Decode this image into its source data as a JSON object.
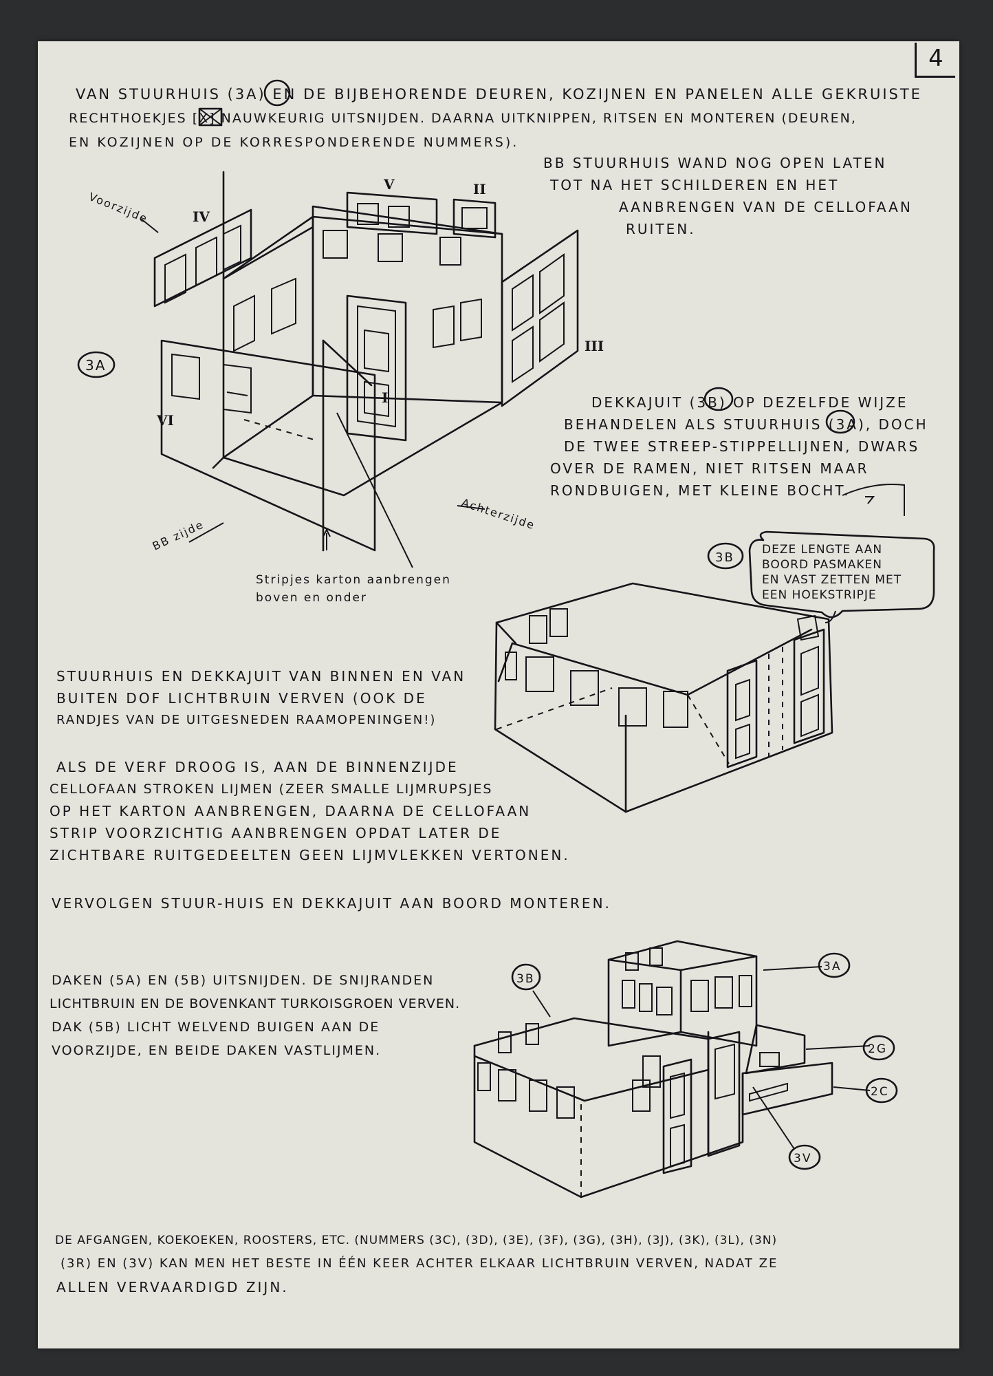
{
  "page_number": "4",
  "intro": {
    "line1": "Van stuurhuis (3A) en de bijbehorende deuren, kozijnen en panelen alle gekruiste",
    "line2": "rechthoekjes [X] nauwkeurig uitsnijden. Daarna uitknippen, ritsen en monteren (deuren,",
    "line3": "en kozijnen op de korresponderende nummers)."
  },
  "bb_note": {
    "line1": "BB stuurhuis wand nog open laten",
    "line2": "tot na het schilderen en het",
    "line3": "aanbrengen van de cellofaan",
    "line4": "ruiten."
  },
  "dekkajuit_note": {
    "line1": "Dekkajuit (3B) op dezelfde wijze",
    "line2": "behandelen als stuurhuis (3A), doch",
    "line3": "de twee streep-stippellijnen, dwars",
    "line4": "over de ramen, niet ritsen maar",
    "line5": "rondbuigen, met kleine bocht."
  },
  "bubble_note": {
    "line1": "Deze lengte aan",
    "line2": "boord pasmaken",
    "line3": "en vast zetten met",
    "line4": "een hoekstripje"
  },
  "paint_note": {
    "line1": "Stuurhuis en dekkajuit van binnen en van",
    "line2": "buiten dof lichtbruin verven (ook de",
    "line3": "randjes van de uitgesneden raamopeningen!)"
  },
  "cellofaan_note": {
    "line1": "Als de verf droog is, aan de binnenzijde",
    "line2": "cellofaan stroken lijmen (zeer smalle lijmrupsjes",
    "line3": "op het karton aanbrengen, daarna de cellofaan",
    "line4": "strip voorzichtig aanbrengen opdat later de",
    "line5": "zichtbare ruitgedeelten geen lijmvlekken vertonen."
  },
  "mount_note": "Vervolgen stuur-huis en dekkajuit aan boord monteren.",
  "roof_note": {
    "line1": "Daken (5A) en (5B) uitsnijden. De snijranden",
    "line2": "lichtbruin en de bovenkant turkoisgroen verven.",
    "line3": "Dak (5B) licht welvend buigen aan de",
    "line4": "voorzijde, en beide daken vastlijmen."
  },
  "final_note": {
    "line1": "De afgangen, koekoeken, roosters, etc. (nummers (3C), (3D), (3E), (3F), (3G), (3H), (3J), (3K), (3L), (3N)",
    "line2": "(3R) en (3V) kan men het beste in één keer achter elkaar lichtbruin verven, nadat ze",
    "line3": "allen vervaardigd zijn."
  },
  "diagram1": {
    "label_voorzijde": "Voorzijde",
    "label_bb_zijde": "BB zijde",
    "label_achterzijde": "Achterzijde",
    "label_3a": "3A",
    "roman_i": "I",
    "roman_ii": "II",
    "roman_iii": "III",
    "roman_iv": "IV",
    "roman_v": "V",
    "roman_vi": "VI",
    "caption_line1": "Stripjes karton aanbrengen",
    "caption_line2": "boven en onder"
  },
  "diagram2": {
    "label_3b": "3B"
  },
  "diagram3": {
    "label_3b": "3B",
    "label_3a": "3A",
    "label_2g": "2G",
    "label_2c": "2C",
    "label_3v": "3V"
  }
}
